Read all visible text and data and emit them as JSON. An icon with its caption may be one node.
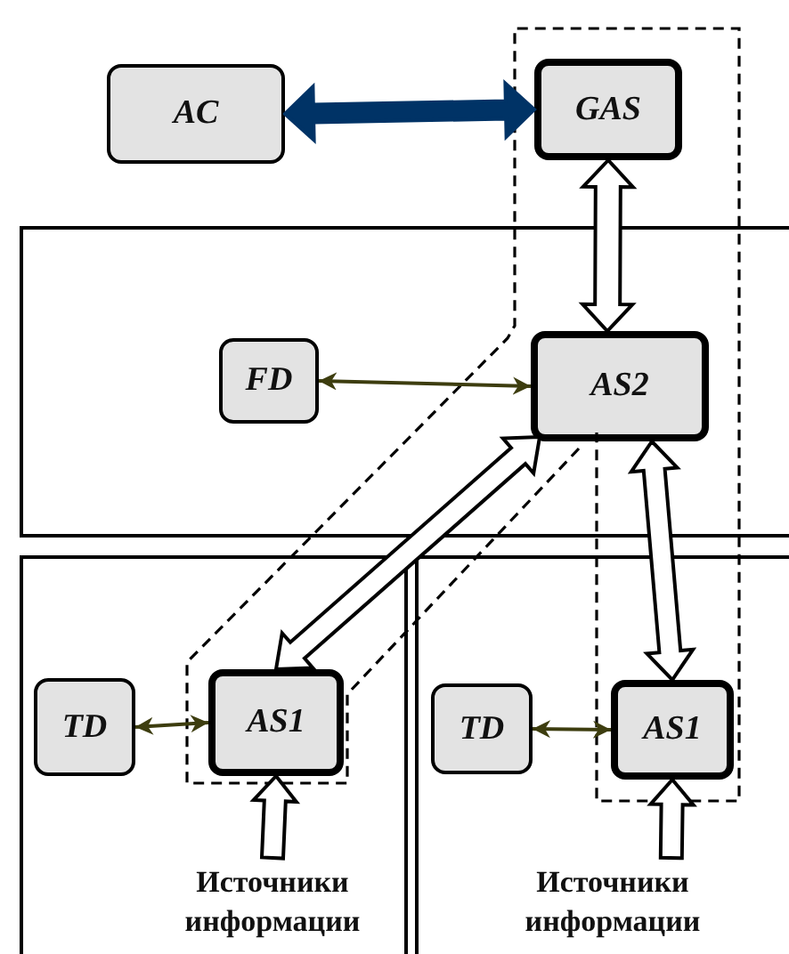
{
  "diagram": {
    "nodes": [
      {
        "text": [
          "AC"
        ]
      },
      {
        "text": [
          "GAS"
        ]
      },
      {
        "text": [],
        "shape": "box"
      },
      {
        "text": [
          "FD"
        ],
        "in": 2
      },
      {
        "text": [
          "AS2"
        ],
        "in": 2
      },
      {
        "text": [],
        "shape": "box"
      },
      {
        "text": [
          "TD"
        ],
        "in": 5
      },
      {
        "text": [
          "AS1"
        ],
        "in": 5
      },
      {
        "text": [
          "Источники информации"
        ],
        "in": 5
      },
      {
        "text": [],
        "shape": "box"
      },
      {
        "text": [
          "TD"
        ],
        "in": 9
      },
      {
        "text": [
          "AS1"
        ],
        "in": 9
      },
      {
        "text": [
          "Источники информации"
        ],
        "in": 9
      }
    ],
    "edges": [
      {
        "from": 0,
        "to": 1,
        "arrow": "both",
        "style": "thick",
        "color": "#003366"
      },
      {
        "from": 1,
        "to": 4,
        "arrow": "both",
        "style": "thick"
      },
      {
        "from": 3,
        "to": 4,
        "arrow": "both",
        "color": "#3d3d0f"
      },
      {
        "from": 4,
        "to": 7,
        "arrow": "both",
        "style": "thick"
      },
      {
        "from": 4,
        "to": 11,
        "arrow": "both",
        "style": "thick"
      },
      {
        "from": 6,
        "to": 7,
        "arrow": "both",
        "color": "#3d3d0f"
      },
      {
        "from": 10,
        "to": 11,
        "arrow": "both",
        "color": "#3d3d0f"
      },
      {
        "from": 8,
        "to": 7,
        "arrow": "to",
        "style": "thick"
      },
      {
        "from": 12,
        "to": 11,
        "arrow": "to",
        "style": "thick"
      }
    ]
  }
}
